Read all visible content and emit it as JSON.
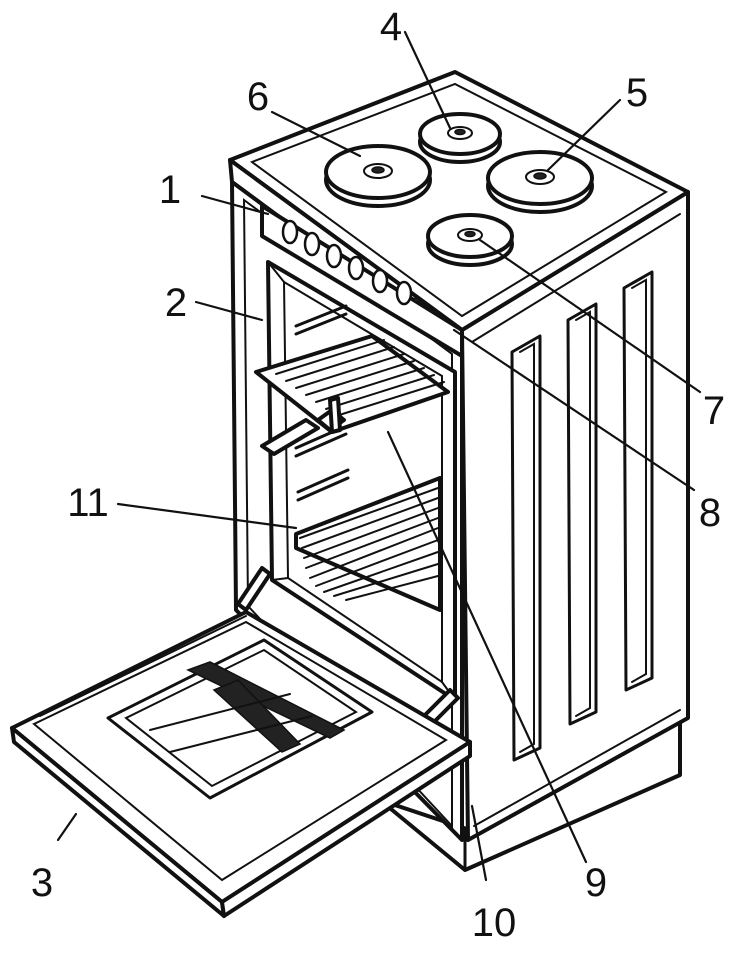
{
  "diagram": {
    "subject": "electric stove with open oven door",
    "labels": [
      {
        "id": "1",
        "text": "1"
      },
      {
        "id": "2",
        "text": "2"
      },
      {
        "id": "3",
        "text": "3"
      },
      {
        "id": "4",
        "text": "4"
      },
      {
        "id": "5",
        "text": "5"
      },
      {
        "id": "6",
        "text": "6"
      },
      {
        "id": "7",
        "text": "7"
      },
      {
        "id": "8",
        "text": "8"
      },
      {
        "id": "9",
        "text": "9"
      },
      {
        "id": "10",
        "text": "10"
      },
      {
        "id": "11",
        "text": "11"
      }
    ],
    "colors": {
      "line": "#111111",
      "background": "#ffffff"
    }
  }
}
